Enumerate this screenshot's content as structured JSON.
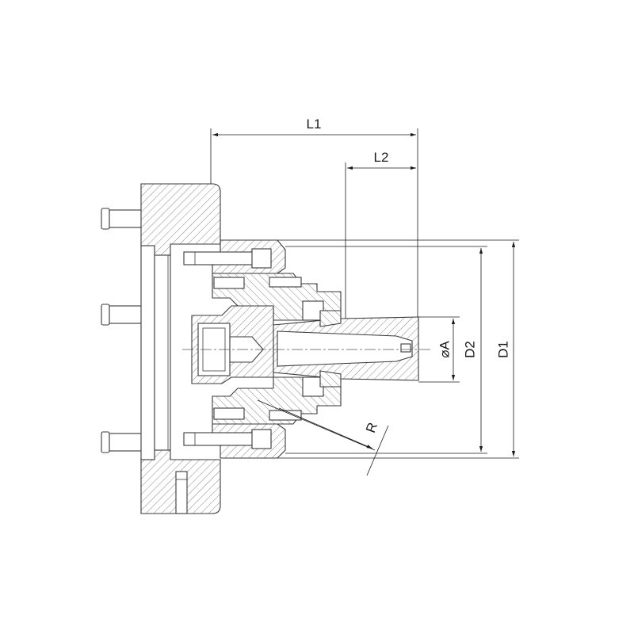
{
  "dimensions": {
    "L1": "L1",
    "L2": "L2",
    "A": "⌀A",
    "D2": "D2",
    "D1": "D1",
    "R": "R"
  }
}
